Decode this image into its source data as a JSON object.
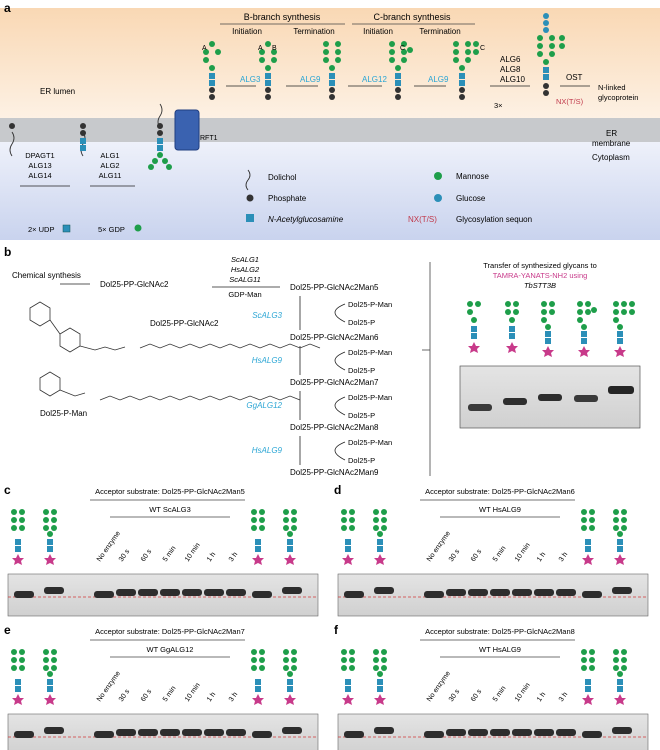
{
  "panel_a": {
    "label": "a",
    "er_lumen": "ER lumen",
    "er_membrane": "ER membrane",
    "cytoplasm": "Cytoplasm",
    "b_branch": "B-branch synthesis",
    "c_branch": "C-branch synthesis",
    "initiation": "Initiation",
    "termination": "Termination",
    "enzymes_cyto_1": [
      "DPAGT1",
      "ALG13",
      "ALG14"
    ],
    "enzymes_cyto_2": [
      "ALG1",
      "ALG2",
      "ALG11"
    ],
    "flippase": "RFT1",
    "lumen_enzymes": [
      "ALG3",
      "ALG9",
      "ALG12",
      "ALG9"
    ],
    "late_enzymes": [
      "ALG6",
      "ALG8",
      "ALG10"
    ],
    "ost": "OST",
    "n_linked": [
      "N-linked",
      "glycoprotein"
    ],
    "sequon": "NX(T/S)",
    "glc_count": "3×",
    "udp": "2× UDP",
    "gdp": "5× GDP",
    "branch_A": "A",
    "branch_B": "B",
    "branch_C": "C",
    "legend": {
      "dolichol": "Dolichol",
      "phosphate": "Phosphate",
      "glcnac": "N-Acetylglucosamine",
      "mannose": "Mannose",
      "glucose": "Glucose",
      "sequon": "Glycosylation sequon"
    },
    "colors": {
      "mannose": "#1e9e4a",
      "glucose": "#2b8fb8",
      "glcnac": "#2b8fb8",
      "phosphate": "#333333",
      "flippase": "#3a62b0",
      "enzyme": "#2aa5d4"
    }
  },
  "panel_b": {
    "label": "b",
    "chemical_synthesis": "Chemical synthesis",
    "start": "Dol25-PP-GlcNAc2",
    "first_enzymes": [
      "ScALG1",
      "HsALG2",
      "ScALG11"
    ],
    "donor_gdp": "GDP-Man",
    "products": [
      "Dol25-PP-GlcNAc2Man5",
      "Dol25-PP-GlcNAc2Man6",
      "Dol25-PP-GlcNAc2Man7",
      "Dol25-PP-GlcNAc2Man8",
      "Dol25-PP-GlcNAc2Man9"
    ],
    "step_enzymes": [
      "ScALG3",
      "HsALG9",
      "GgALG12",
      "HsALG9"
    ],
    "donor": "Dol25-P-Man",
    "byproduct": "Dol25-P",
    "struct_1": "Dol25-PP-GlcNAc2",
    "struct_2": "Dol25-P-Man",
    "transfer_title": [
      "Transfer of synthesized glycans to",
      "TAMRA-YANATS-NH2 using",
      "TbSTT3B"
    ]
  },
  "gels": [
    {
      "label": "c",
      "acceptor": "Acceptor substrate: Dol25-PP-GlcNAc2Man5",
      "enzyme": "WT ScALG3"
    },
    {
      "label": "d",
      "acceptor": "Acceptor substrate: Dol25-PP-GlcNAc2Man6",
      "enzyme": "WT HsALG9"
    },
    {
      "label": "e",
      "acceptor": "Acceptor substrate: Dol25-PP-GlcNAc2Man7",
      "enzyme": "WT GgALG12"
    },
    {
      "label": "f",
      "acceptor": "Acceptor substrate: Dol25-PP-GlcNAc2Man8",
      "enzyme": "WT HsALG9"
    }
  ],
  "lanes": [
    "No enzyme",
    "30 s",
    "60 s",
    "5 min",
    "10 min",
    "1 h",
    "3 h"
  ]
}
